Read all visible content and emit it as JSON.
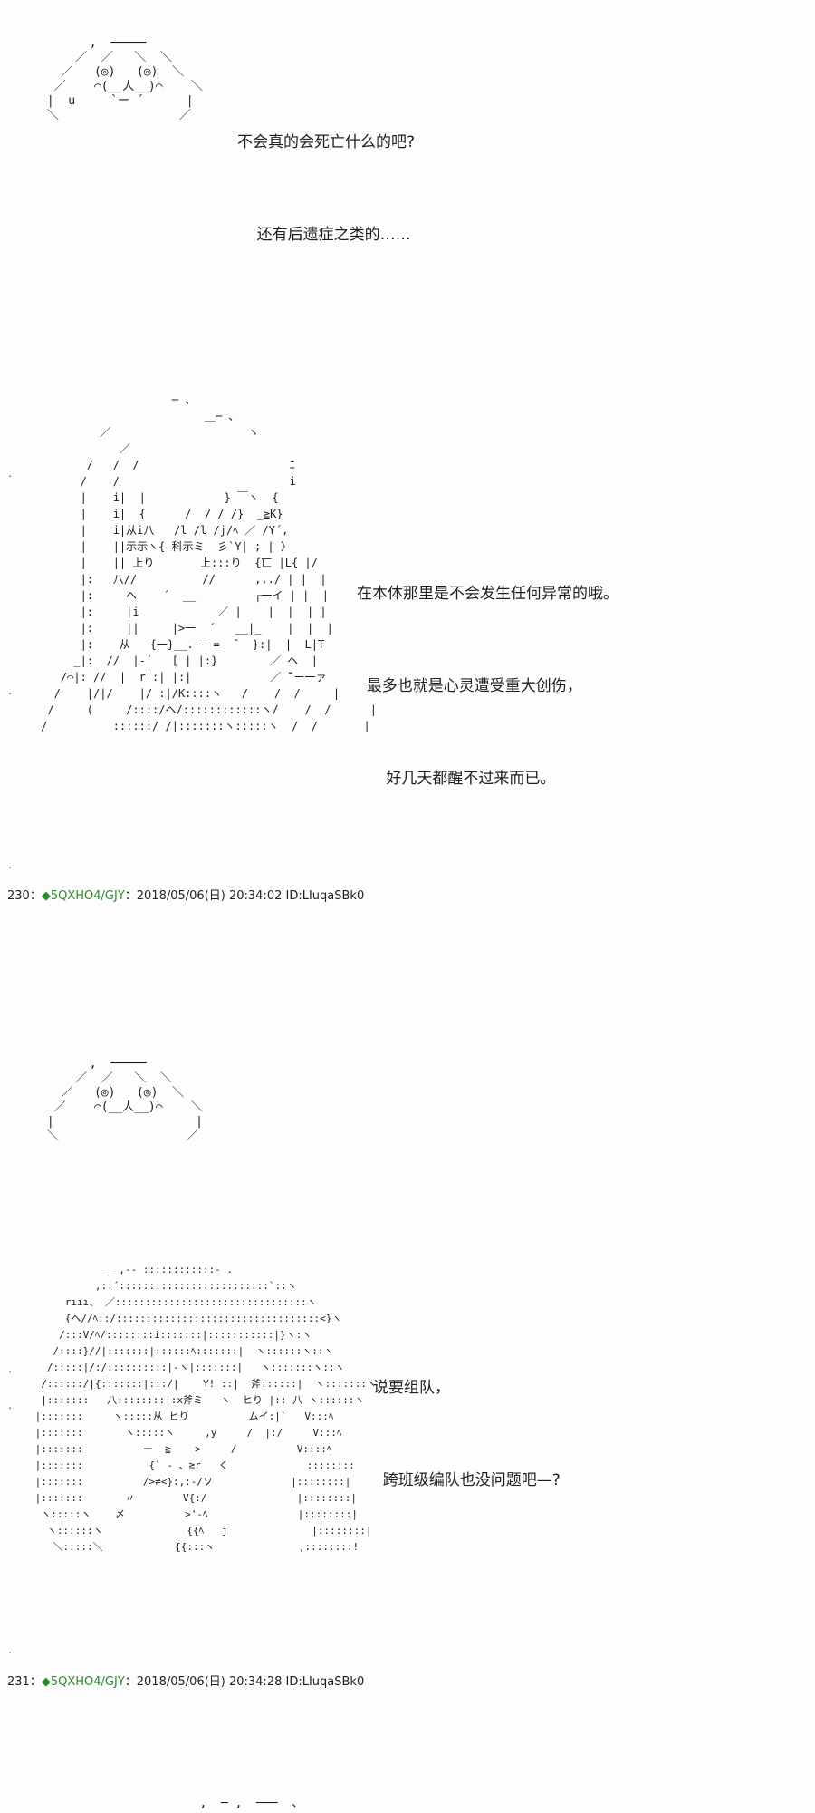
{
  "colors": {
    "background": "#fdfdfd",
    "text": "#1e1e1e",
    "tripcode": "#2a8a2a"
  },
  "panel1": {
    "aa": "       ,  ─────\n     ／  ／   ＼  ＼\n   ／   (◎)   (◎)  ＼\n  ／    ⌒(__人__)⌒    ＼\n |  u     `ー ´      |\n ＼                 ／",
    "lines": [
      "不会真的会死亡什么的吧?",
      "    还有后遗症之类的……"
    ]
  },
  "panel2": {
    "aa": "                     ─ 、\n                          ＿─ 、\n          ／                     ヽ\n             ／\n        /   /  /                       ﾆ\n       /    /                          i\n       |    i|  |            } ￣ヽ  {\n       |    i|  {      /  / / /}  _≧K}\n       |    i|从i八   /l /l /j/ﾍ ／ /Y´,\n       |    ||示示ヽ{ 科示ミ  彡`Y| ; | 〉\n       |    || 上り       上:::り  {匸 |L{ |/\n       |:   八//          //      ,,./ | |  |\n       |:     へ    ´  __         ┌一イ | |  |\n       |:     |i            ／ |    |  |  | |\n       |:     ||     |>一  ´   __|_    |  |  |\n       |:    从   {一}__.-- =  ¯  }:|  |  L|T\n      _|:  //  |-´   [ | |:}        ／ ヘ  |\n    /⌒|: //  |  r':| |:|            ／ ̄¨ー一ァ\n   /    |/|/    |/ :|/K::::ヽ   /    /  /     |\n  /     (     /::::/ヘ/::::::::::::ヽ/    /  /      |\n /          ::::::/ /|:::::::ヽ:::::ヽ  /  /       |",
    "lines": [
      "在本体那里是不会发生任何异常的哦。",
      "  最多也就是心灵遭受重大创伤，",
      "      好几天都醒不过来而已。"
    ]
  },
  "post230": {
    "number": "230",
    "separator": "：",
    "tripcode": "◆5QXHO4/GJY",
    "meta": "：2018/05/06(日) 20:34:02 ID:LIuqaSBk0"
  },
  "panel3": {
    "aa": "       ,  ─────\n     ／  ／   ＼  ＼\n   ／   (◎)   (◎)  ＼\n  ／    ⌒(__人__)⌒    ＼\n |                    |\n ＼                  ／",
    "lines": []
  },
  "panel4": {
    "aa": "             _ ,-‐ ::::::::::::- .\n           ,::´:::::::::::::::::::::::::`::ヽ\n      rııı、 ／::::::::::::::::::::::::::::::::ヽ\n      {ヘ//ﾍ::/::::::::::::::::::::::::::::::::::<}ヽ\n     /:::V/ﾍ/::::::::i:::::::|:::::::::::|}ヽ:ヽ\n    /::::}//|:::::::|::::::ﾍ:::::::|  ヽ::::::ヽ::ヽ\n   /:::::|/:/::::::::::|-ヽ|:::::::|   ヽ:::::::ヽ::ヽ\n  /::::::/|{:::::::|:::/|    Y! ::|  斧::::::|  ヽ:::::::ヽ\n  |:::::::   八::::::::|:x斧ミ   ヽ  ヒり |:: 八 ヽ::::::ヽ\n |:::::::     ヽ:::::从 ヒり          ムイ:|`   V:::ﾍ\n |:::::::       ヽ:::::ヽ     ,y     /  |:/     V:::ﾍ\n |:::::::          ー  ≧    >     /          V::::ﾍ\n |:::::::           {` ‐ 、≧r   く             ::::::::\n |:::::::          />≠<}:,:-/ソ             |::::::::|\n |:::::::       〃        V{:/               |::::::::|\n  ヽ:::::ヽ    〆          >'-ﾍ               |::::::::|\n   ヽ::::::ヽ              {{ﾍ   j              |::::::::|\n    ＼:::::＼            {{:::ヽ              ,::::::::!",
    "lines": [
      "说要组队，",
      "  跨班级编队也没问题吧—?"
    ]
  },
  "post231": {
    "number": "231",
    "separator": "：",
    "tripcode": "◆5QXHO4/GJY",
    "meta": "：2018/05/06(日) 20:34:28 ID:LIuqaSBk0"
  },
  "panel5": {
    "aa": "         ,  ─ ,  ───  、"
  }
}
